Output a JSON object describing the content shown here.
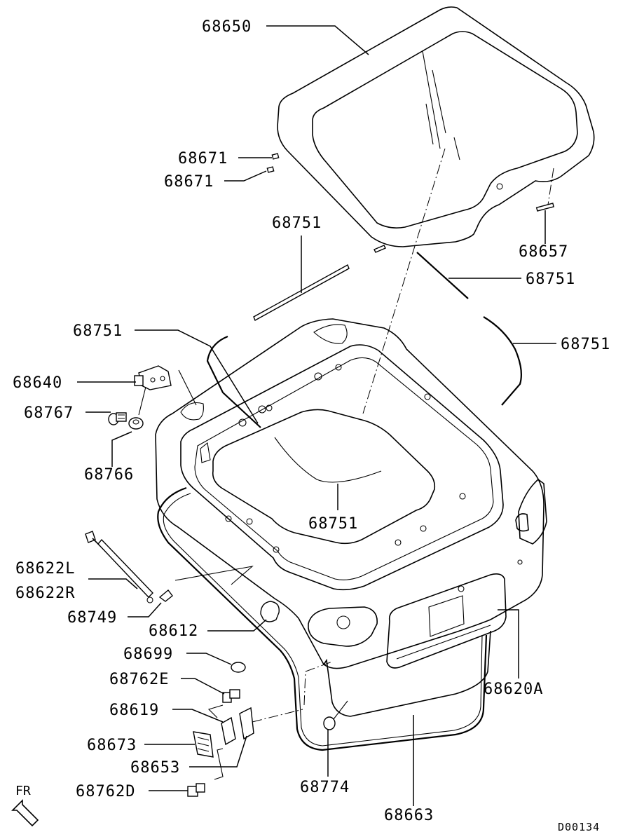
{
  "diagram": {
    "drawing_code": "D00134",
    "orientation_label": "FR",
    "parts": [
      {
        "key": "p68650",
        "label": "68650"
      },
      {
        "key": "p68671a",
        "label": "68671"
      },
      {
        "key": "p68671b",
        "label": "68671"
      },
      {
        "key": "p68751a",
        "label": "68751"
      },
      {
        "key": "p68657",
        "label": "68657"
      },
      {
        "key": "p68751b",
        "label": "68751"
      },
      {
        "key": "p68751c",
        "label": "68751"
      },
      {
        "key": "p68751d",
        "label": "68751"
      },
      {
        "key": "p68640",
        "label": "68640"
      },
      {
        "key": "p68767",
        "label": "68767"
      },
      {
        "key": "p68766",
        "label": "68766"
      },
      {
        "key": "p68751e",
        "label": "68751"
      },
      {
        "key": "p68622l",
        "label": "68622L"
      },
      {
        "key": "p68622r",
        "label": "68622R"
      },
      {
        "key": "p68749",
        "label": "68749"
      },
      {
        "key": "p68612",
        "label": "68612"
      },
      {
        "key": "p68699",
        "label": "68699"
      },
      {
        "key": "p68762e",
        "label": "68762E"
      },
      {
        "key": "p68619",
        "label": "68619"
      },
      {
        "key": "p68673",
        "label": "68673"
      },
      {
        "key": "p68653",
        "label": "68653"
      },
      {
        "key": "p68762d",
        "label": "68762D"
      },
      {
        "key": "p68774",
        "label": "68774"
      },
      {
        "key": "p68663",
        "label": "68663"
      },
      {
        "key": "p68620a",
        "label": "68620A"
      }
    ]
  }
}
